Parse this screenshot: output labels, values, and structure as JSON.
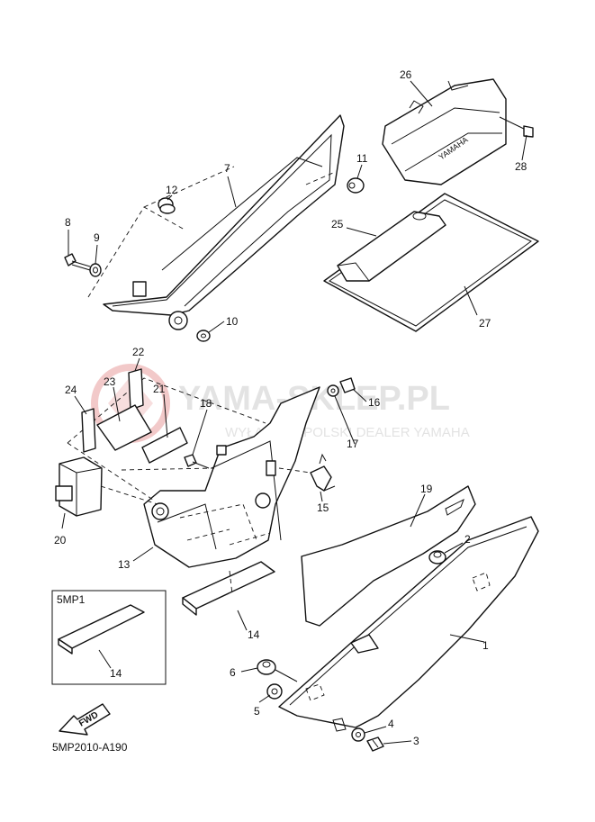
{
  "watermark": {
    "title": "YAMA-SKLEP.PL",
    "subtitle": "WYŁĄCZNY POLSKI DEALER YAMAHA",
    "logo_color": "#f2c9c9"
  },
  "callouts": [
    {
      "id": "c1",
      "text": "1"
    },
    {
      "id": "c2",
      "text": "2"
    },
    {
      "id": "c3",
      "text": "3"
    },
    {
      "id": "c4",
      "text": "4"
    },
    {
      "id": "c5",
      "text": "5"
    },
    {
      "id": "c6",
      "text": "6"
    },
    {
      "id": "c7",
      "text": "7"
    },
    {
      "id": "c8",
      "text": "8"
    },
    {
      "id": "c9",
      "text": "9"
    },
    {
      "id": "c10",
      "text": "10"
    },
    {
      "id": "c11",
      "text": "11"
    },
    {
      "id": "c12",
      "text": "12"
    },
    {
      "id": "c13",
      "text": "13"
    },
    {
      "id": "c14a",
      "text": "14"
    },
    {
      "id": "c14b",
      "text": "14"
    },
    {
      "id": "c15",
      "text": "15"
    },
    {
      "id": "c16",
      "text": "16"
    },
    {
      "id": "c17",
      "text": "17"
    },
    {
      "id": "c18",
      "text": "18"
    },
    {
      "id": "c19",
      "text": "19"
    },
    {
      "id": "c20",
      "text": "20"
    },
    {
      "id": "c21",
      "text": "21"
    },
    {
      "id": "c22",
      "text": "22"
    },
    {
      "id": "c23",
      "text": "23"
    },
    {
      "id": "c24",
      "text": "24"
    },
    {
      "id": "c25",
      "text": "25"
    },
    {
      "id": "c26",
      "text": "26"
    },
    {
      "id": "c27",
      "text": "27"
    },
    {
      "id": "c28",
      "text": "28"
    }
  ],
  "variant_box": {
    "label": "5MP1"
  },
  "fwd_arrow": {
    "label": "FWD"
  },
  "toolbag_brand": "YAMAHA",
  "diagram_code": "5MP2010-A190"
}
